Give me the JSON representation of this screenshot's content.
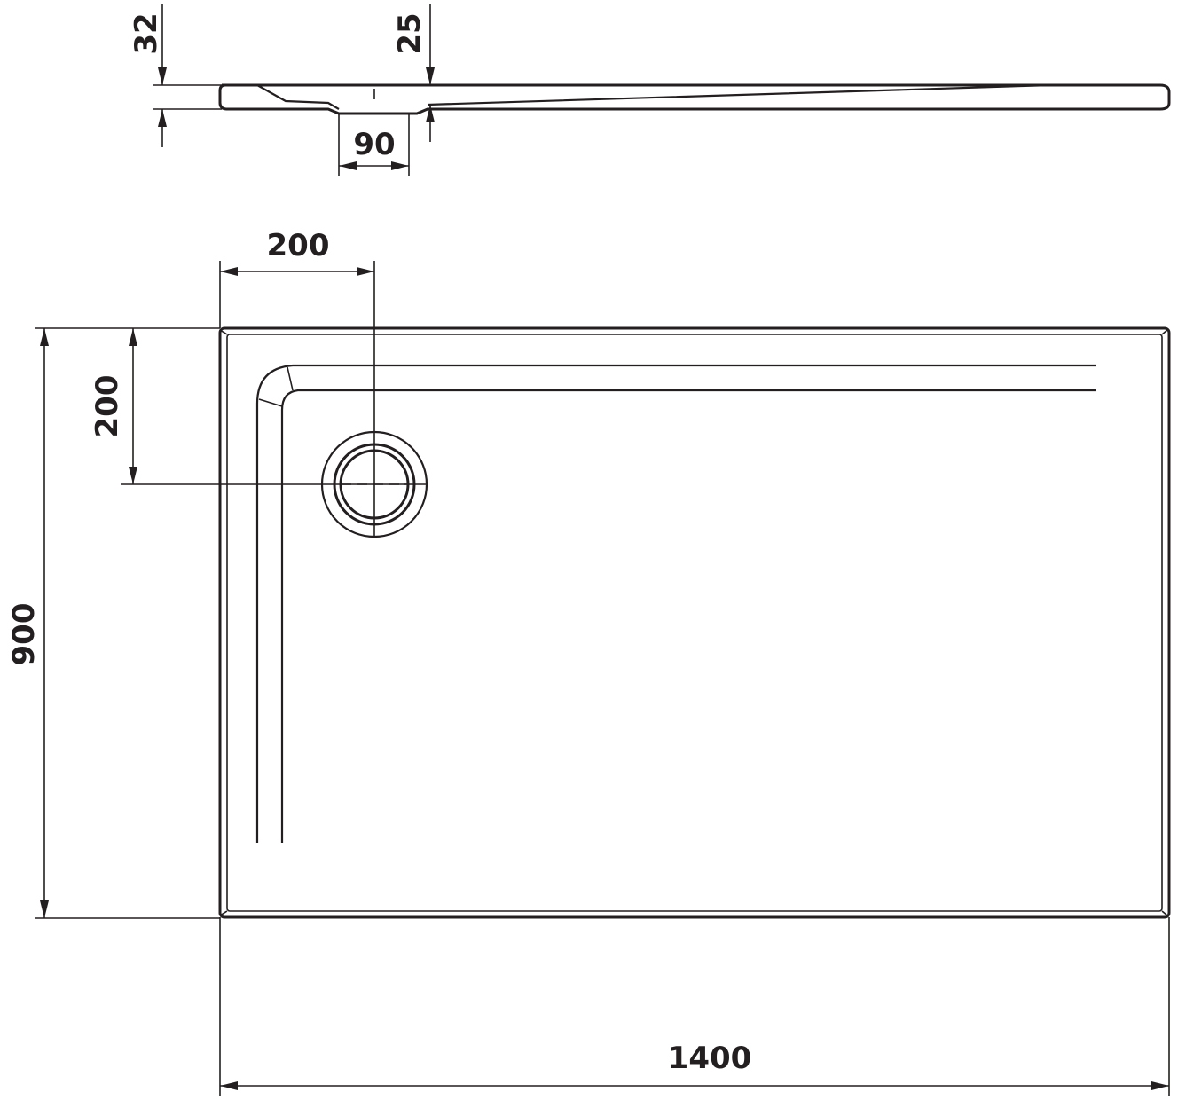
{
  "diagram": {
    "line_color": "#231f20",
    "background": "#ffffff",
    "dimensions": {
      "tray_height": "32",
      "drain_height": "25",
      "drain_opening": "90",
      "drain_offset_x": "200",
      "drain_offset_y": "200",
      "tray_depth": "900",
      "tray_length": "1400"
    }
  }
}
